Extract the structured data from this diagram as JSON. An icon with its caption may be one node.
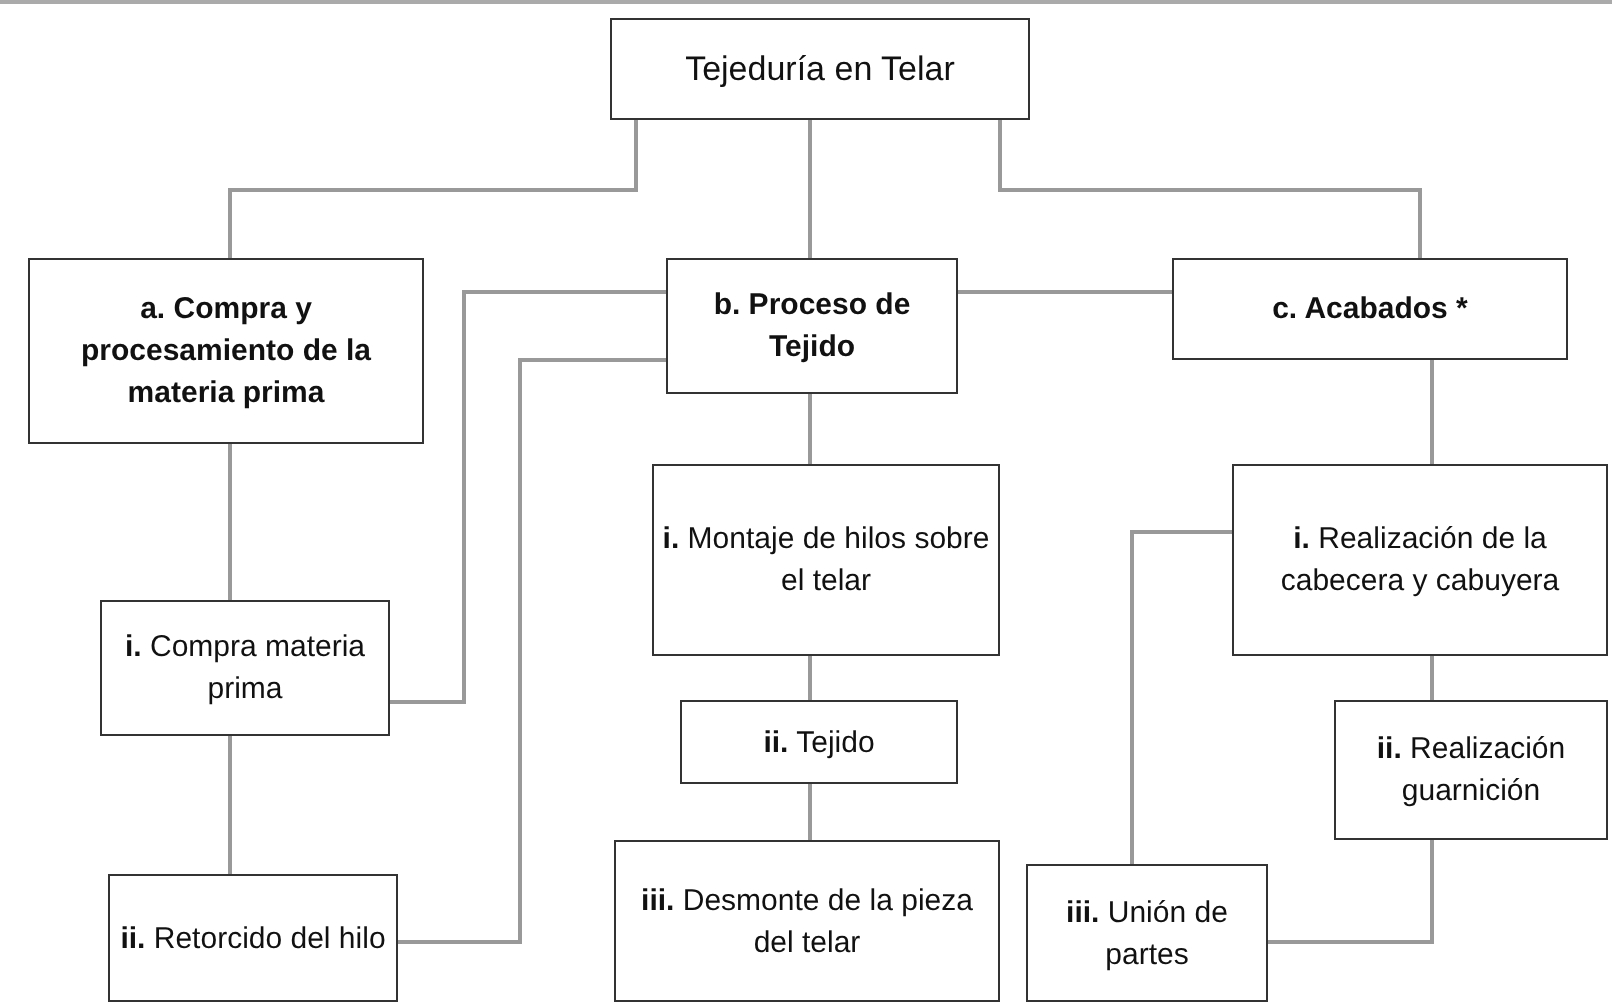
{
  "diagram": {
    "nodes": [
      {
        "text": [
          "Tejeduría en Telar"
        ]
      },
      {
        "text": [
          "a. Compra y procesamiento de la materia prima"
        ]
      },
      {
        "text": [
          "b. Proceso de Tejido"
        ]
      },
      {
        "text": [
          "c. Acabados *"
        ]
      },
      {
        "text": [
          "**i.** Compra materia prima"
        ]
      },
      {
        "text": [
          "**ii.** Retorcido del hilo"
        ]
      },
      {
        "text": [
          "**i.** Montaje de hilos sobre el telar"
        ]
      },
      {
        "text": [
          "**ii.** Tejido"
        ]
      },
      {
        "text": [
          "**iii.** Desmonte de la pieza del telar"
        ]
      },
      {
        "text": [
          "**i.** Realización de la cabecera y cabuyera"
        ]
      },
      {
        "text": [
          "**ii.** Realización guarnición"
        ]
      },
      {
        "text": [
          "**iii.** Unión de partes"
        ]
      }
    ],
    "edges": [
      {
        "from": 0,
        "to": 1,
        "arrow": "none"
      },
      {
        "from": 0,
        "to": 2,
        "arrow": "none"
      },
      {
        "from": 0,
        "to": 3,
        "arrow": "none"
      },
      {
        "from": 2,
        "to": 3,
        "arrow": "none"
      },
      {
        "from": 1,
        "to": 4,
        "arrow": "none"
      },
      {
        "from": 4,
        "to": 5,
        "arrow": "none"
      },
      {
        "from": 2,
        "to": 4,
        "arrow": "none"
      },
      {
        "from": 2,
        "to": 5,
        "arrow": "none"
      },
      {
        "from": 2,
        "to": 6,
        "arrow": "none"
      },
      {
        "from": 6,
        "to": 7,
        "arrow": "none"
      },
      {
        "from": 7,
        "to": 8,
        "arrow": "none"
      },
      {
        "from": 3,
        "to": 9,
        "arrow": "none"
      },
      {
        "from": 9,
        "to": 10,
        "arrow": "none"
      },
      {
        "from": 9,
        "to": 11,
        "arrow": "none"
      },
      {
        "from": 10,
        "to": 11,
        "arrow": "none"
      }
    ]
  }
}
